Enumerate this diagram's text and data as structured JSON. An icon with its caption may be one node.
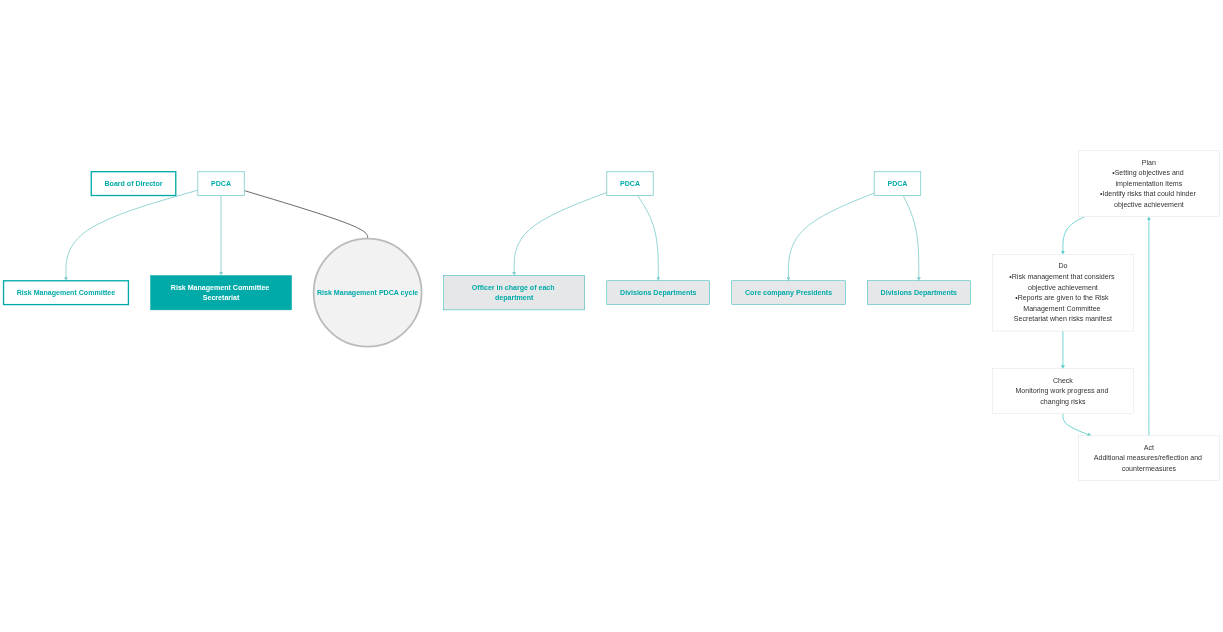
{
  "diagram": {
    "nodes": [
      {
        "text": [
          "Board of Director"
        ]
      },
      {
        "text": [
          "Risk Management Committee"
        ]
      },
      {
        "text": [
          "PDCA"
        ]
      },
      {
        "text": [
          "Risk Management Committee Secretariat"
        ]
      },
      {
        "text": [
          "Officer in charge of each department"
        ]
      },
      {
        "text": [
          "Core company Presidents"
        ]
      },
      {
        "text": [
          "PDCA"
        ]
      },
      {
        "text": [
          "PDCA"
        ]
      },
      {
        "text": [
          "Divisions Departments"
        ]
      },
      {
        "text": [
          "Divisions Departments"
        ]
      },
      {
        "text": [
          "Plan",
          "•Setting objectives and implementation items",
          "•Identify risks that could hinder objective achievement"
        ]
      },
      {
        "text": [
          "Do",
          "•Risk management that considers objective achievement",
          "•Reports are given to the Risk Management Committee Secretariat when risks manifest"
        ]
      },
      {
        "text": [
          "Risk Management PDCA cycle"
        ]
      },
      {
        "text": [
          "Act",
          "Additional measures/reflection and countermeasures"
        ]
      },
      {
        "text": [
          "Check",
          "Monitoring work progress and changing risks"
        ]
      }
    ],
    "edges": [
      {
        "from": 2,
        "to": 1,
        "arrow": "to",
        "color": "#88cfcf"
      },
      {
        "from": 2,
        "to": 3,
        "arrow": "to",
        "color": "#88cfcf"
      },
      {
        "from": 6,
        "to": 4,
        "arrow": "to",
        "color": "#88cfcf"
      },
      {
        "from": 6,
        "to": 8,
        "arrow": "to",
        "color": "#88cfcf"
      },
      {
        "from": 7,
        "to": 5,
        "arrow": "to",
        "color": "#88cfcf"
      },
      {
        "from": 7,
        "to": 9,
        "arrow": "to",
        "color": "#88cfcf"
      },
      {
        "from": 2,
        "to": 12,
        "arrow": "none",
        "color": "#555555"
      },
      {
        "from": 10,
        "to": 11,
        "arrow": "to",
        "color": "#5ccfc9"
      },
      {
        "from": 11,
        "to": 14,
        "arrow": "to",
        "color": "#5ccfc9"
      },
      {
        "from": 14,
        "to": 13,
        "arrow": "to",
        "color": "#5ccfc9"
      },
      {
        "from": 13,
        "to": 10,
        "arrow": "to",
        "color": "#5ccfc9"
      }
    ]
  }
}
